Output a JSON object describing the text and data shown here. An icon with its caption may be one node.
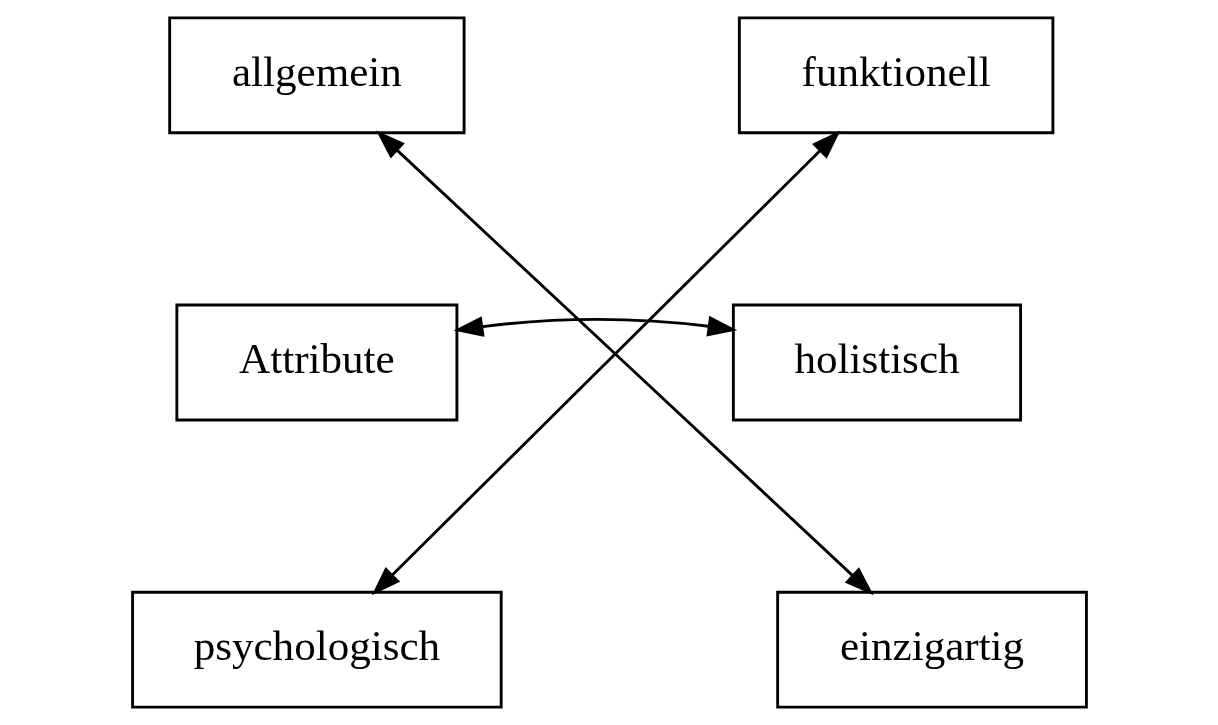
{
  "diagram": {
    "nodes": [
      {
        "text": [
          "funktionell"
        ]
      },
      {
        "text": [
          "allgemein"
        ]
      },
      {
        "text": [
          "Attribute"
        ]
      },
      {
        "text": [
          "holistisch"
        ]
      },
      {
        "text": [
          "einzigartig"
        ]
      },
      {
        "text": [
          "psychologisch"
        ]
      }
    ],
    "edges": [
      {
        "from": 2,
        "to": 3,
        "arrow": "both"
      },
      {
        "from": 0,
        "to": 5,
        "arrow": "both"
      },
      {
        "from": 1,
        "to": 4,
        "arrow": "both"
      }
    ]
  }
}
